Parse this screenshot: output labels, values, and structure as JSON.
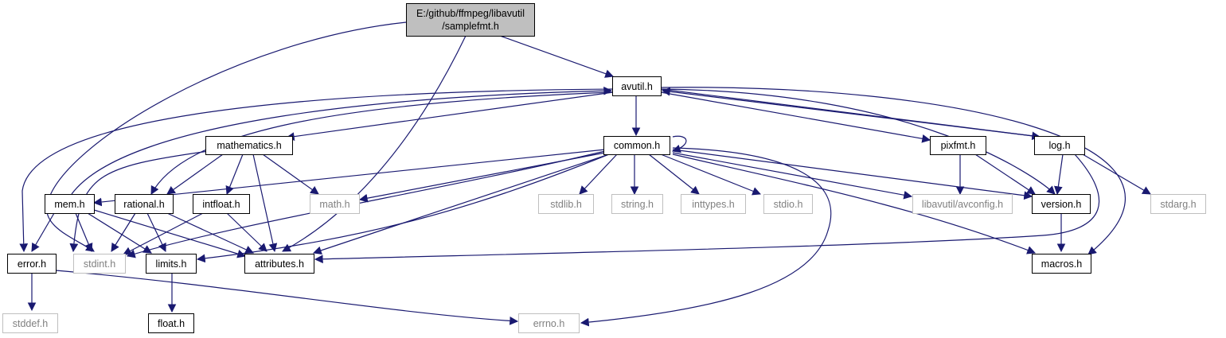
{
  "graph": {
    "root": {
      "line1": "E:/github/ffmpeg/libavutil",
      "line2": "/samplefmt.h"
    },
    "nodes": {
      "avutil": "avutil.h",
      "mathematics": "mathematics.h",
      "common": "common.h",
      "pixfmt": "pixfmt.h",
      "log": "log.h",
      "mem": "mem.h",
      "rational": "rational.h",
      "intfloat": "intfloat.h",
      "math": "math.h",
      "stdlib": "stdlib.h",
      "string": "string.h",
      "inttypes": "inttypes.h",
      "stdio": "stdio.h",
      "avconfig": "libavutil/avconfig.h",
      "version": "version.h",
      "stdarg": "stdarg.h",
      "error": "error.h",
      "stdint": "stdint.h",
      "limits": "limits.h",
      "attributes": "attributes.h",
      "macros": "macros.h",
      "stddef": "stddef.h",
      "float": "float.h",
      "errno": "errno.h"
    },
    "colors": {
      "edge": "#191970",
      "root_fill": "#bfbfbf",
      "external_border": "#bfbfbf",
      "external_text": "#808080"
    }
  }
}
